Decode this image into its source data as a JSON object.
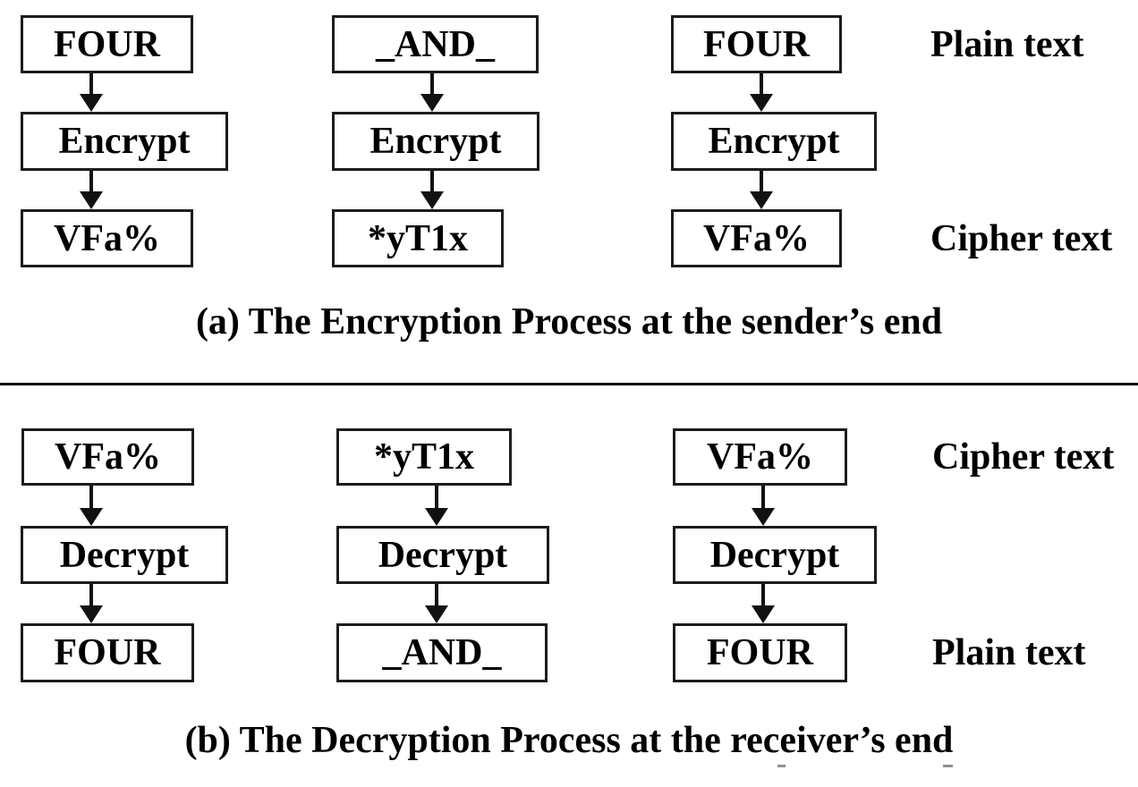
{
  "figure": {
    "section_a": {
      "caption": "(a) The Encryption Process at the sender’s end",
      "labels": {
        "top_row": "Plain text",
        "bottom_row": "Cipher text"
      },
      "flows": [
        {
          "input": "FOUR",
          "process": "Encrypt",
          "output": "VFa%"
        },
        {
          "input": "_AND_",
          "process": "Encrypt",
          "output": "*yT1x"
        },
        {
          "input": "FOUR",
          "process": "Encrypt",
          "output": "VFa%"
        }
      ]
    },
    "section_b": {
      "caption": "(b) The Decryption Process at the receiver’s end",
      "labels": {
        "top_row": "Cipher text",
        "bottom_row": "Plain text"
      },
      "flows": [
        {
          "input": "VFa%",
          "process": "Decrypt",
          "output": "FOUR"
        },
        {
          "input": "*yT1x",
          "process": "Decrypt",
          "output": "_AND_"
        },
        {
          "input": "VFa%",
          "process": "Decrypt",
          "output": "FOUR"
        }
      ]
    },
    "colors": {
      "line": "#111111",
      "text": "#000000",
      "background": "#ffffff"
    }
  }
}
